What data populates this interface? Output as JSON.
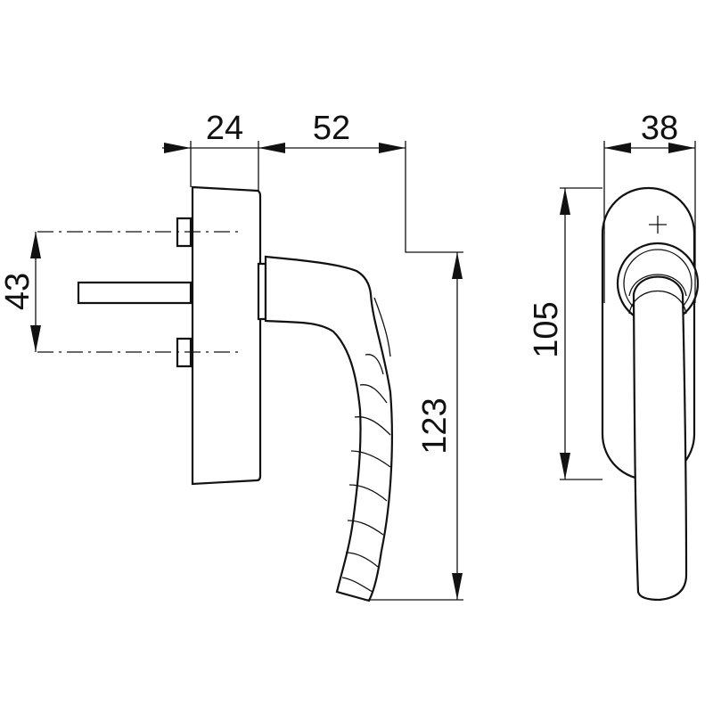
{
  "dimensions": {
    "rose_thickness": "24",
    "handle_projection": "52",
    "screw_spacing": "43",
    "handle_length": "123",
    "rose_width": "38",
    "rose_height": "105"
  }
}
